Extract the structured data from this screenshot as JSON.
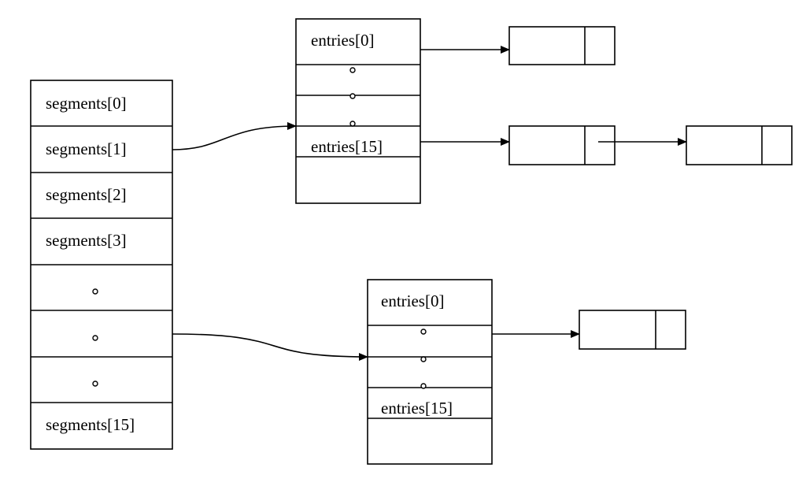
{
  "segments": {
    "labels": [
      "segments[0]",
      "segments[1]",
      "segments[2]",
      "segments[3]",
      "",
      "",
      "",
      "segments[15]"
    ]
  },
  "table_top": {
    "labels": [
      "entries[0]",
      "",
      "",
      "entries[15]",
      ""
    ]
  },
  "table_bottom": {
    "labels": [
      "entries[0]",
      "",
      "",
      "entries[15]",
      ""
    ]
  },
  "colors": {
    "stroke": "#000000",
    "fill": "#ffffff"
  }
}
